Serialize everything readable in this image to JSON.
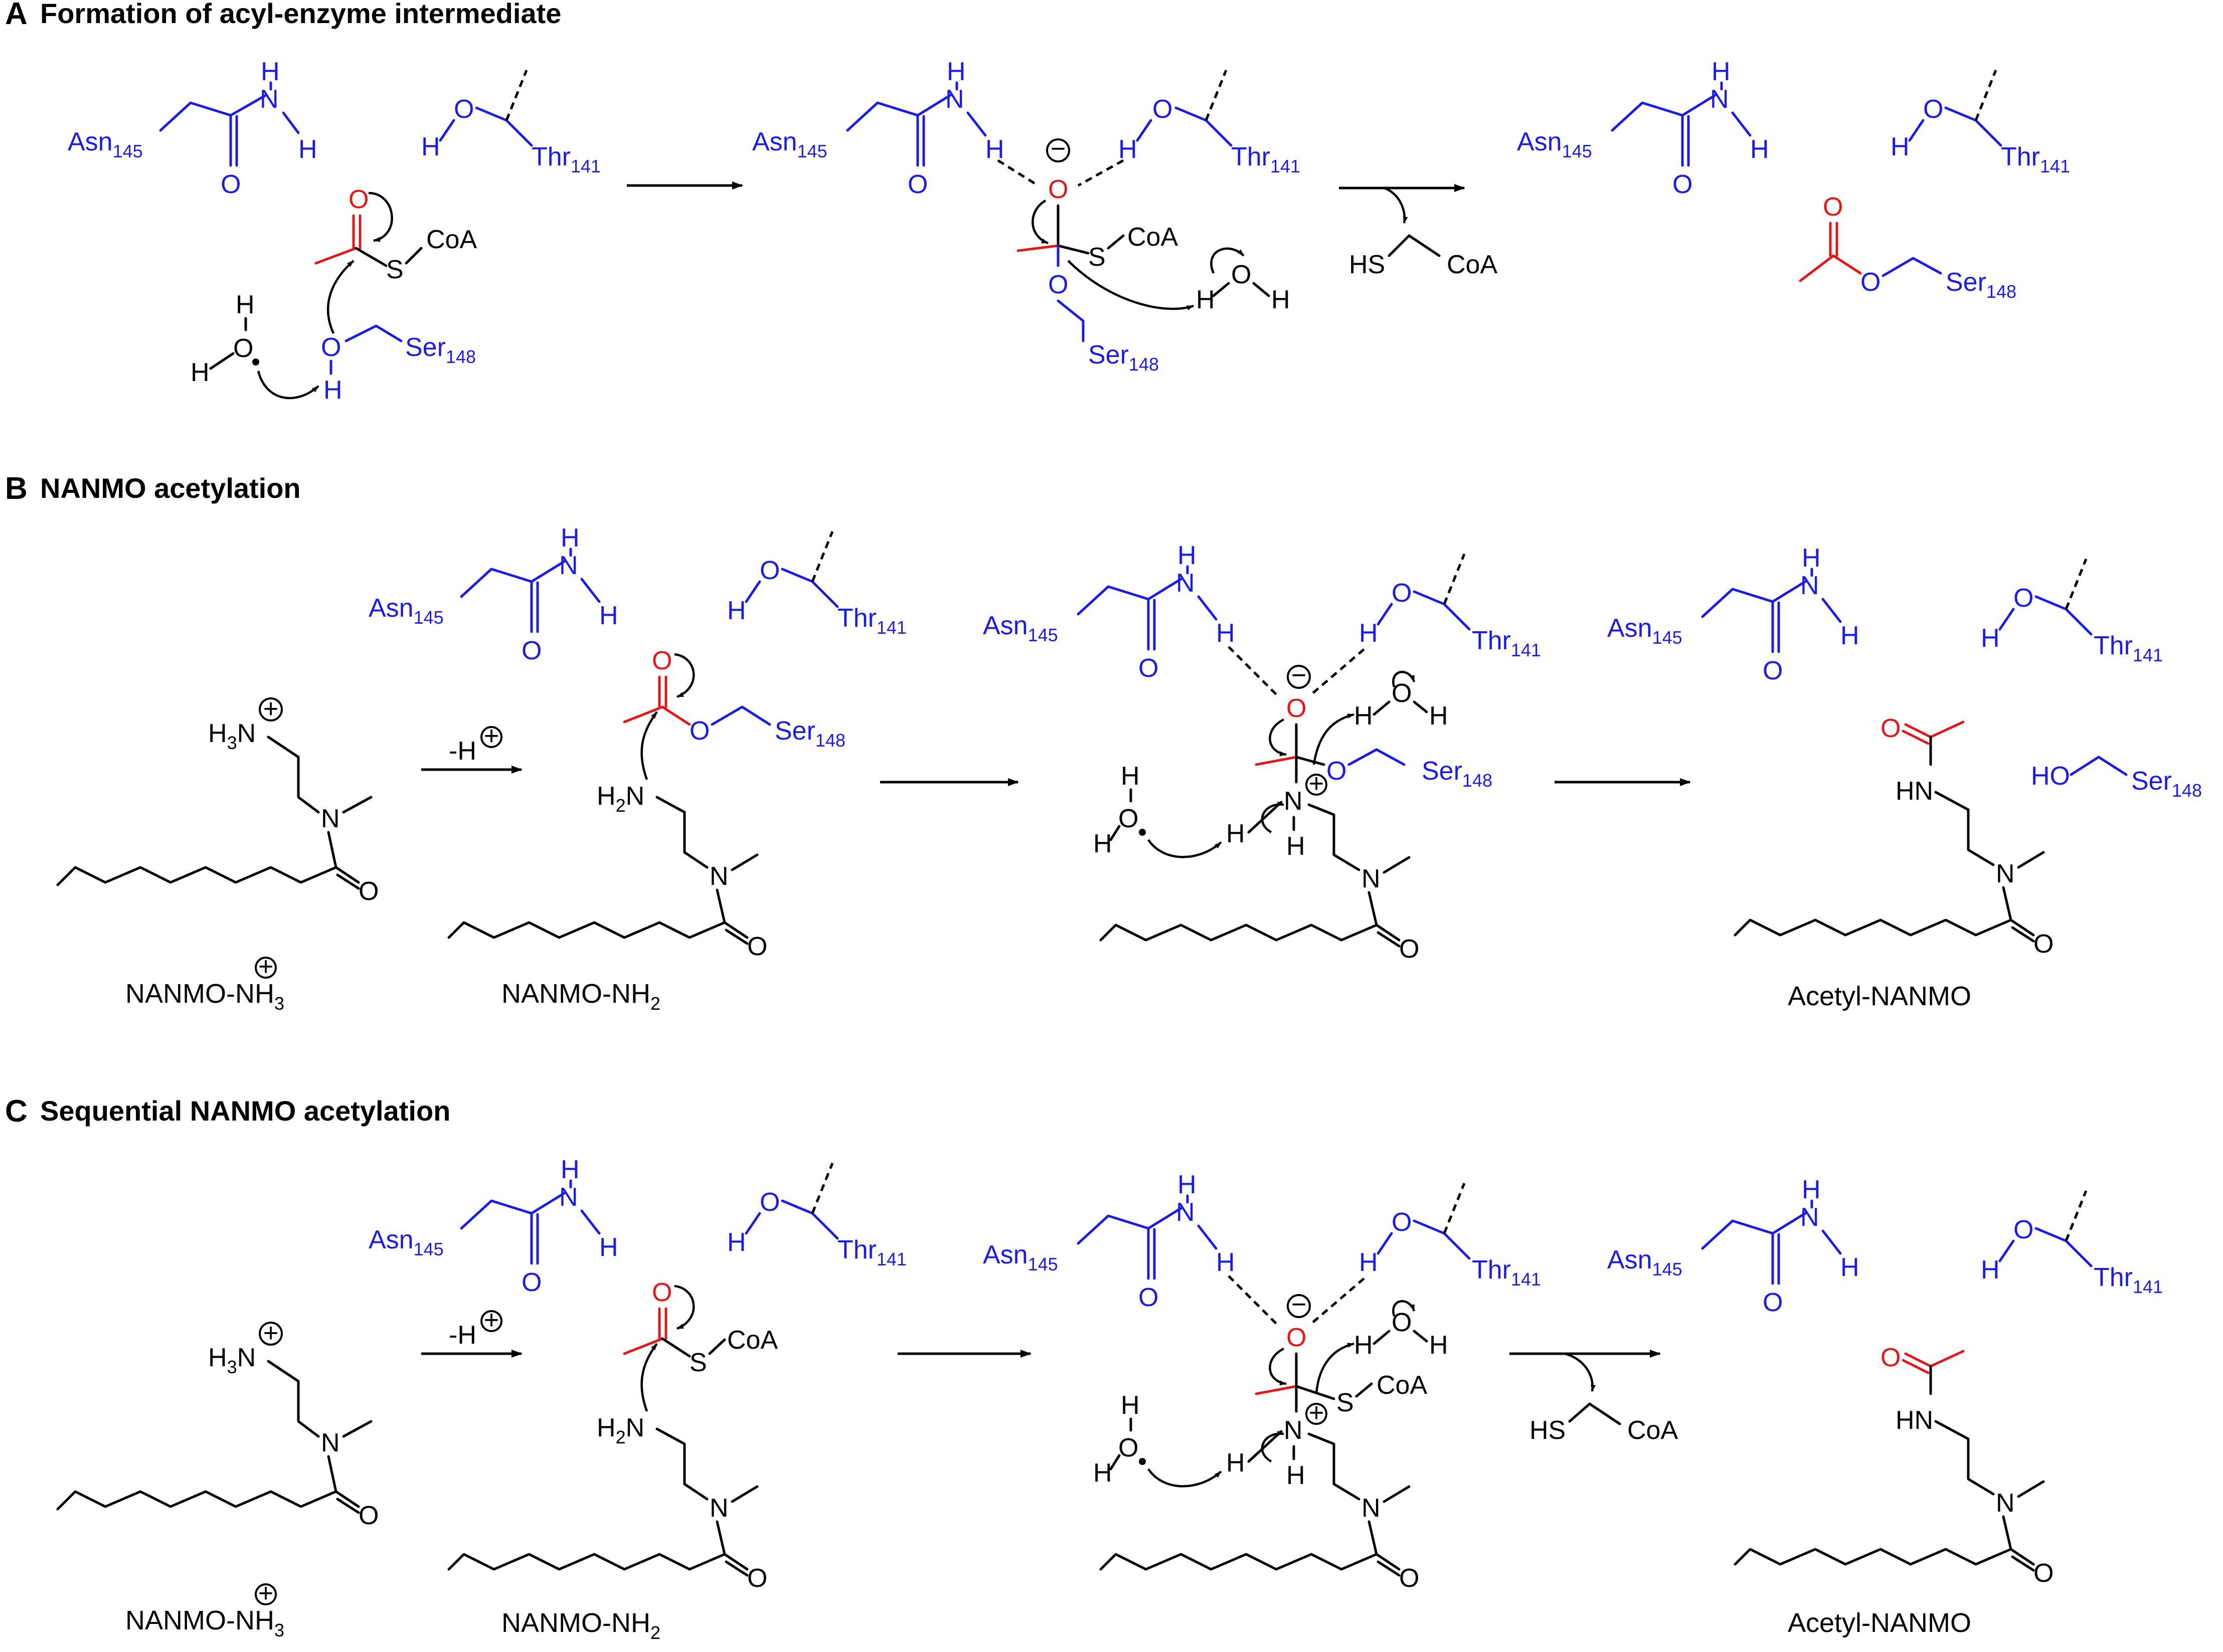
{
  "panels": [
    {
      "letter": "A",
      "title": "Formation of acyl-enzyme intermediate"
    },
    {
      "letter": "B",
      "title": "NANMO acetylation"
    },
    {
      "letter": "C",
      "title": "Sequential NANMO acetylation"
    }
  ],
  "residues": {
    "asn": "Asn",
    "asn_num": "145",
    "thr": "Thr",
    "thr_num": "141",
    "ser": "Ser",
    "ser_num": "148"
  },
  "atoms": {
    "O": "O",
    "H": "H",
    "N": "N",
    "S": "S",
    "HO": "HO",
    "HS": "HS",
    "HN": "HN",
    "H3N": "H",
    "H2N": "H",
    "sub2": "2",
    "sub3": "3"
  },
  "groups": {
    "coa": "CoA",
    "scoa": "S",
    "deprotonation": "-H"
  },
  "charges": {
    "plus": "+",
    "minus": "−"
  },
  "compounds": {
    "nanmo_nh3": "NANMO-NH",
    "nanmo_nh2": "NANMO-NH",
    "acetyl_nanmo": "Acetyl-NANMO"
  },
  "colors": {
    "residue": "#1c1ce0",
    "acyl": "#e01818",
    "default": "#000000"
  }
}
